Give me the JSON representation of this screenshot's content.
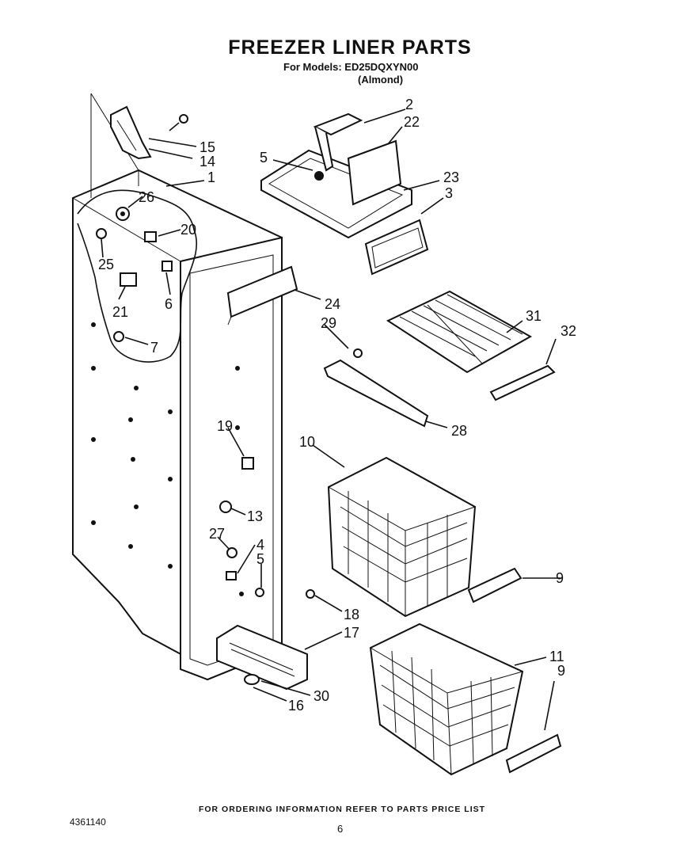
{
  "header": {
    "title": "FREEZER LINER PARTS",
    "models": "For Models: ED25DQXYN00",
    "color": "(Almond)"
  },
  "footer": {
    "ordering_note": "FOR ORDERING INFORMATION REFER TO PARTS PRICE LIST",
    "doc_number": "4361140",
    "page_number": "6"
  },
  "callouts": {
    "c1": "1",
    "c2": "2",
    "c3": "3",
    "c4": "4",
    "c5a": "5",
    "c5b": "5",
    "c6": "6",
    "c7": "7",
    "c9a": "9",
    "c9b": "9",
    "c10": "10",
    "c11": "11",
    "c13": "13",
    "c14": "14",
    "c15": "15",
    "c16": "16",
    "c17": "17",
    "c18": "18",
    "c19": "19",
    "c20": "20",
    "c21": "21",
    "c22": "22",
    "c23": "23",
    "c24": "24",
    "c25": "25",
    "c26": "26",
    "c27": "27",
    "c28": "28",
    "c29": "29",
    "c30": "30",
    "c31": "31",
    "c32": "32"
  }
}
